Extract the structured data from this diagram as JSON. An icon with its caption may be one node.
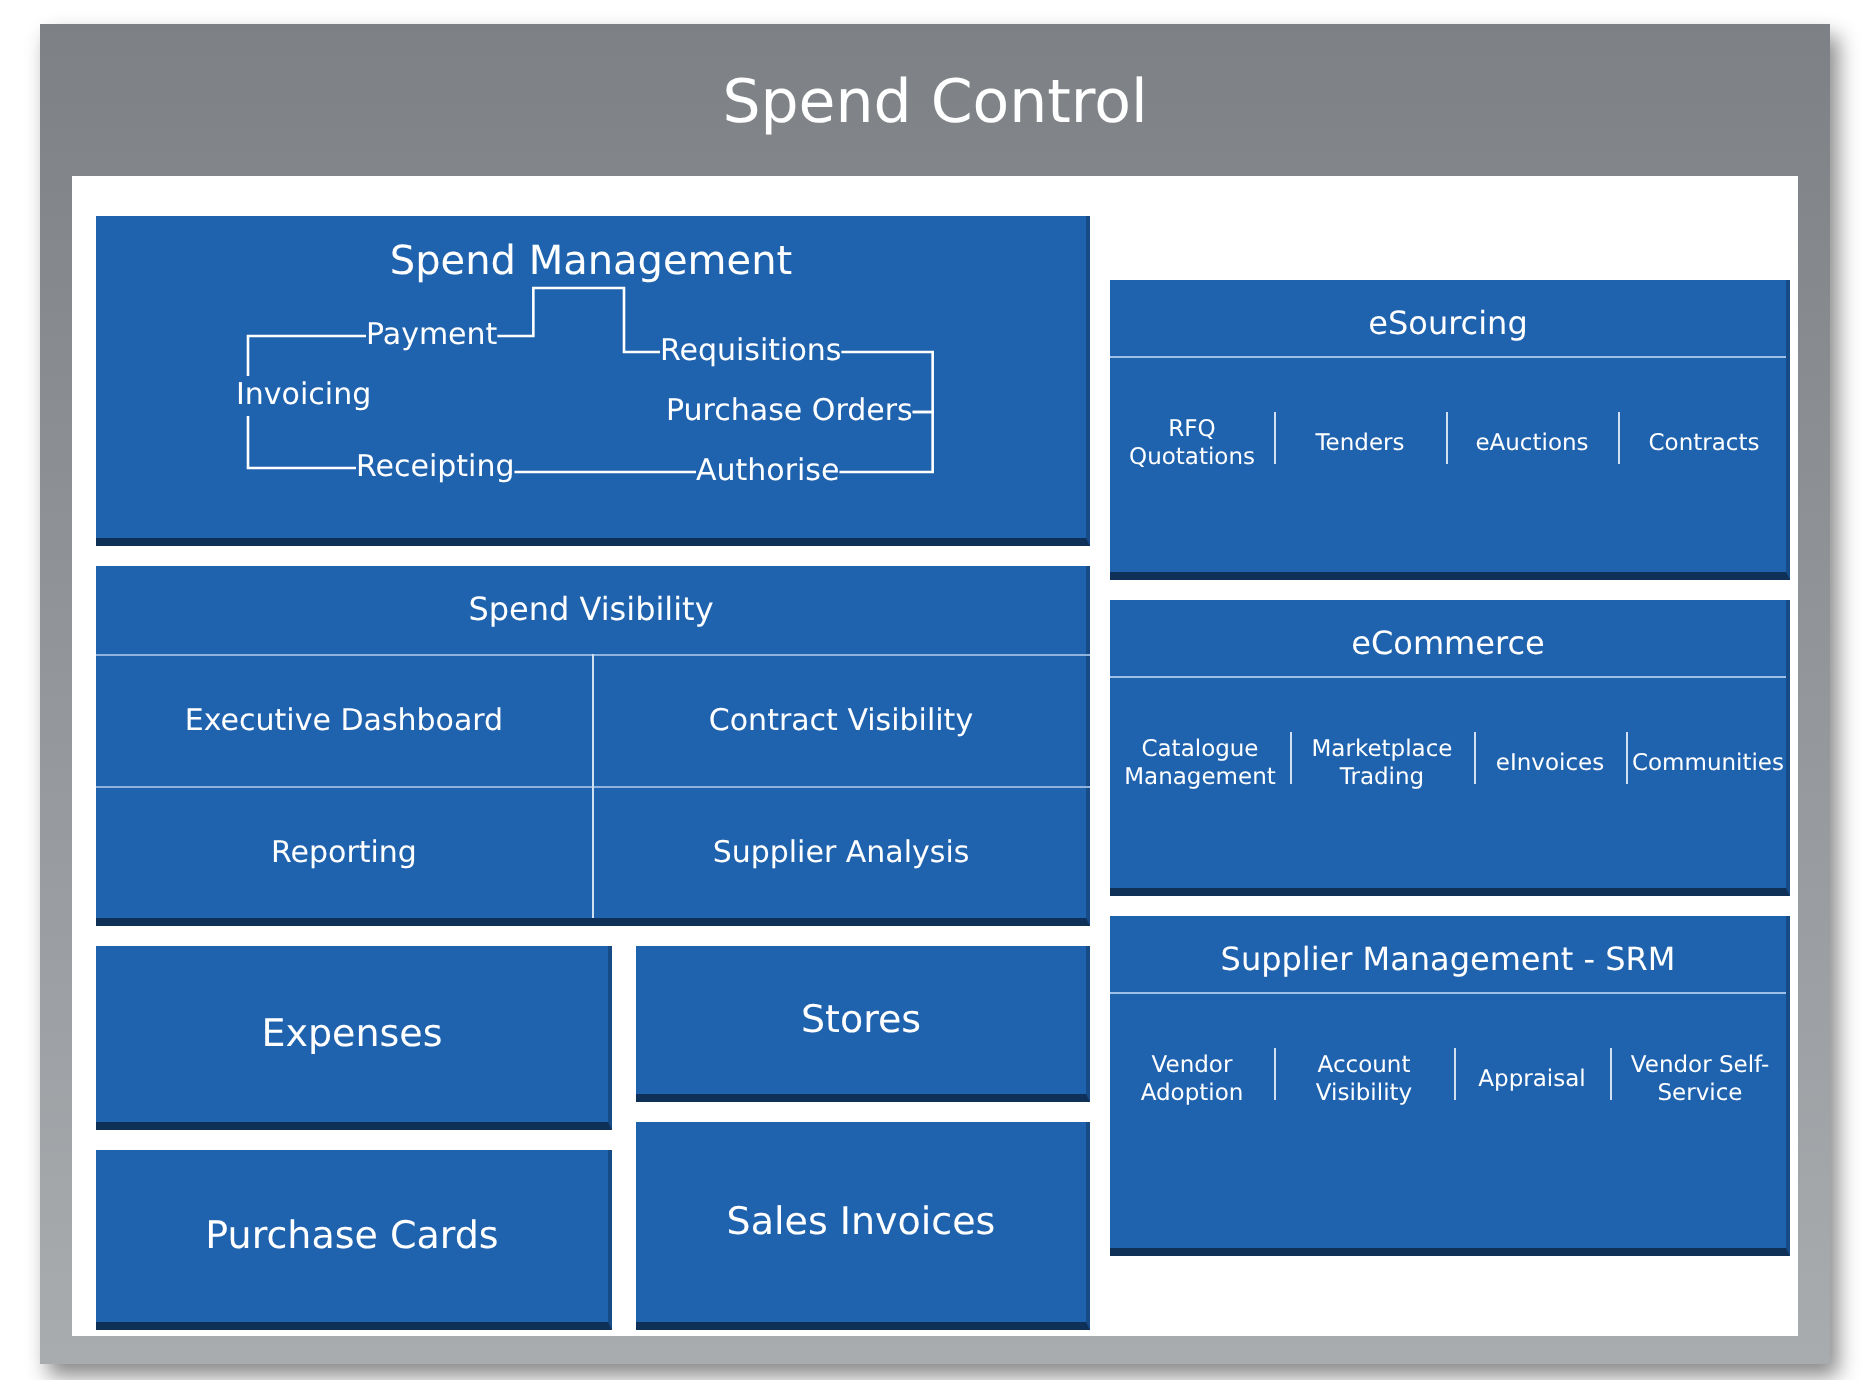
{
  "diagram": {
    "nodes": [
      {
        "text": [
          "Spend Control"
        ]
      },
      {
        "text": [
          "Spend Management"
        ],
        "in": 0
      },
      {
        "text": [
          "Payment"
        ],
        "in": 1
      },
      {
        "text": [
          "Requisitions"
        ],
        "in": 1
      },
      {
        "text": [
          "Invoicing"
        ],
        "in": 1
      },
      {
        "text": [
          "Purchase Orders"
        ],
        "in": 1
      },
      {
        "text": [
          "Receipting"
        ],
        "in": 1
      },
      {
        "text": [
          "Authorise"
        ],
        "in": 1
      },
      {
        "text": [
          "Spend Visibility"
        ],
        "in": 0
      },
      {
        "text": [
          "Executive Dashboard"
        ],
        "in": 8
      },
      {
        "text": [
          "Contract Visibility"
        ],
        "in": 8
      },
      {
        "text": [
          "Reporting"
        ],
        "in": 8
      },
      {
        "text": [
          "Supplier Analysis"
        ],
        "in": 8
      },
      {
        "text": [
          "Expenses"
        ],
        "in": 0
      },
      {
        "text": [
          "Stores"
        ],
        "in": 0
      },
      {
        "text": [
          "Purchase Cards"
        ],
        "in": 0
      },
      {
        "text": [
          "Sales Invoices"
        ],
        "in": 0
      },
      {
        "text": [
          "eSourcing"
        ],
        "in": 0
      },
      {
        "text": [
          "RFQ Quotations"
        ],
        "in": 17
      },
      {
        "text": [
          "Tenders"
        ],
        "in": 17
      },
      {
        "text": [
          "eAuctions"
        ],
        "in": 17
      },
      {
        "text": [
          "Contracts"
        ],
        "in": 17
      },
      {
        "text": [
          "eCommerce"
        ],
        "in": 0
      },
      {
        "text": [
          "Catalogue Management"
        ],
        "in": 22
      },
      {
        "text": [
          "Marketplace Trading"
        ],
        "in": 22
      },
      {
        "text": [
          "eInvoices"
        ],
        "in": 22
      },
      {
        "text": [
          "Communities"
        ],
        "in": 22
      },
      {
        "text": [
          "Supplier Management - SRM"
        ],
        "in": 0
      },
      {
        "text": [
          "Vendor Adoption"
        ],
        "in": 27
      },
      {
        "text": [
          "Account Visibility"
        ],
        "in": 27
      },
      {
        "text": [
          "Appraisal"
        ],
        "in": 27
      },
      {
        "text": [
          "Vendor Self-Service"
        ],
        "in": 27
      }
    ],
    "edges": [
      {
        "from": 2,
        "to": 3,
        "arrow": "none"
      },
      {
        "from": 3,
        "to": 5,
        "arrow": "none"
      },
      {
        "from": 5,
        "to": 7,
        "arrow": "none"
      },
      {
        "from": 7,
        "to": 6,
        "arrow": "none"
      },
      {
        "from": 6,
        "to": 4,
        "arrow": "none"
      },
      {
        "from": 4,
        "to": 2,
        "arrow": "none"
      }
    ]
  }
}
